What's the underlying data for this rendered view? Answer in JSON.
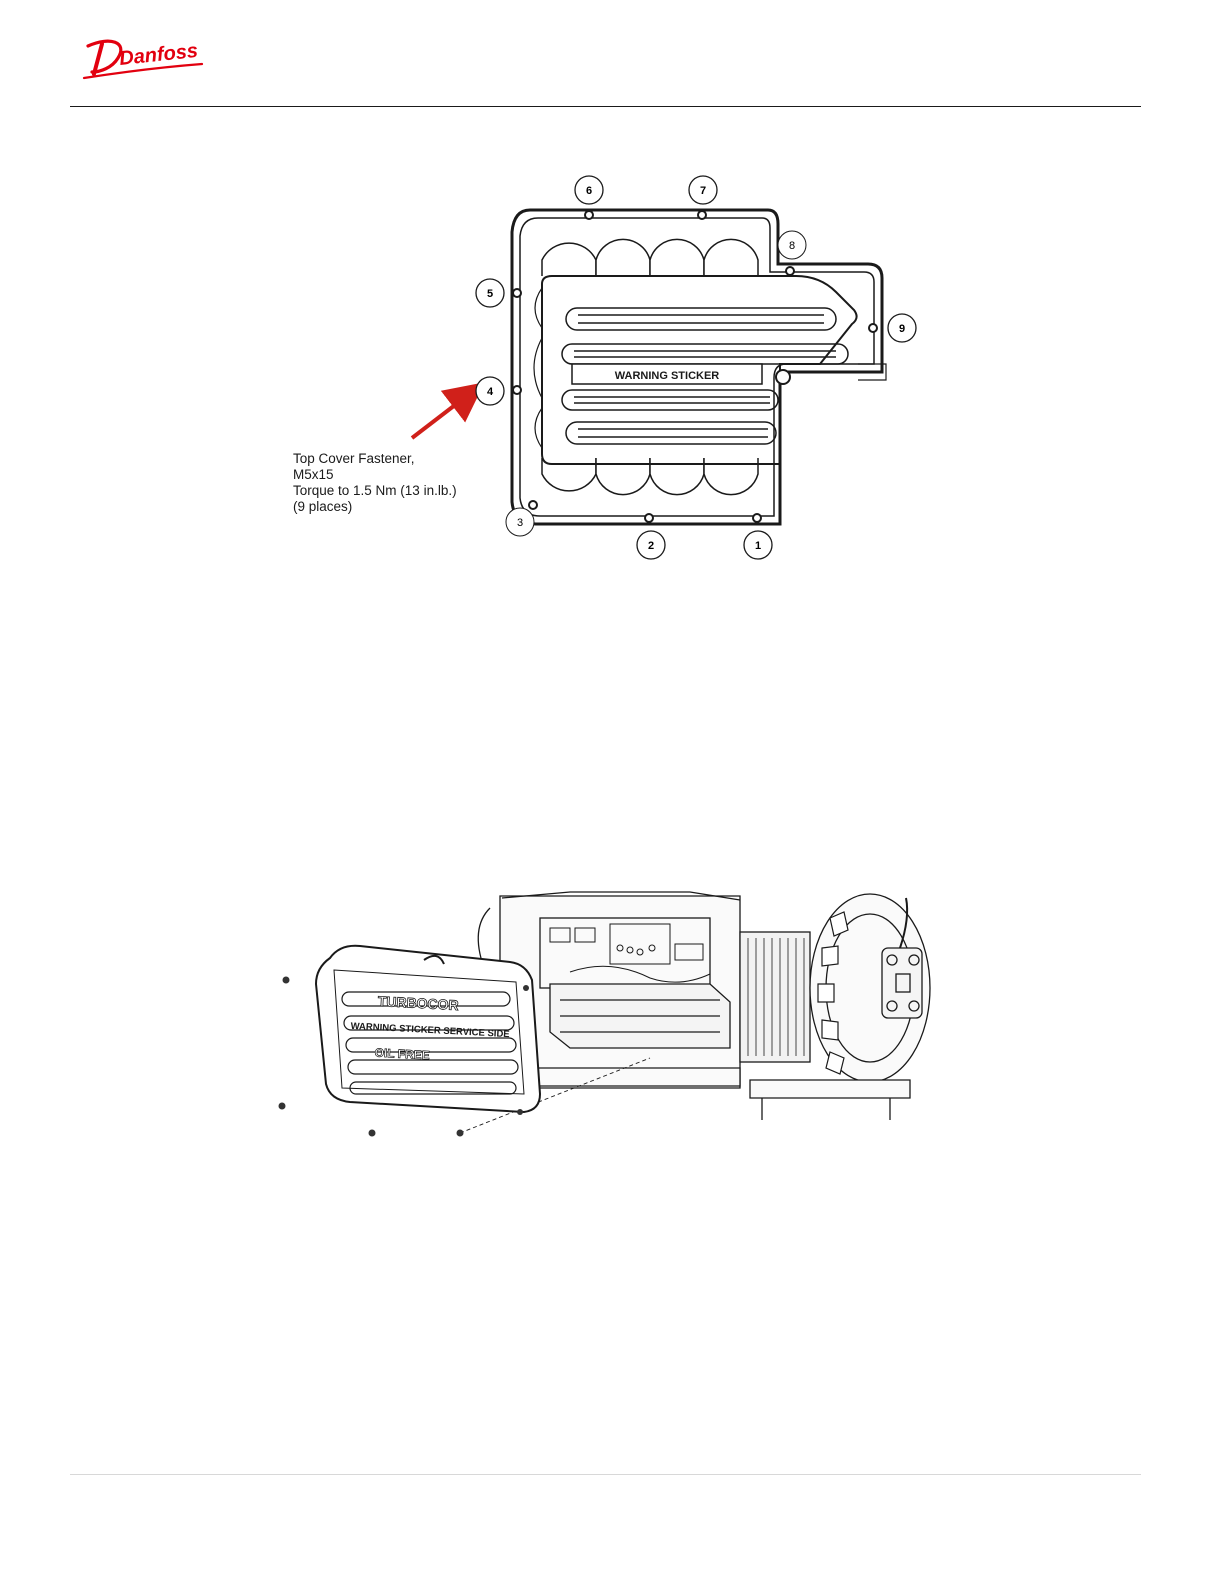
{
  "brand": {
    "name": "Danfoss",
    "color": "#e2000f"
  },
  "figure1": {
    "callout_lines": [
      "Top Cover Fastener,",
      "M5x15",
      "Torque to 1.5 Nm (13 in.lb.)",
      "(9 places)"
    ],
    "sticker_label": "WARNING STICKER",
    "bolt_numbers": [
      "1",
      "2",
      "3",
      "4",
      "5",
      "6",
      "7",
      "8",
      "9"
    ],
    "arrow_color": "#d0201a"
  },
  "figure2": {
    "cover_brand": "TURBOCOR",
    "cover_sticker": "WARNING STICKER SERVICE SIDE",
    "cover_oil": "OIL FREE"
  }
}
